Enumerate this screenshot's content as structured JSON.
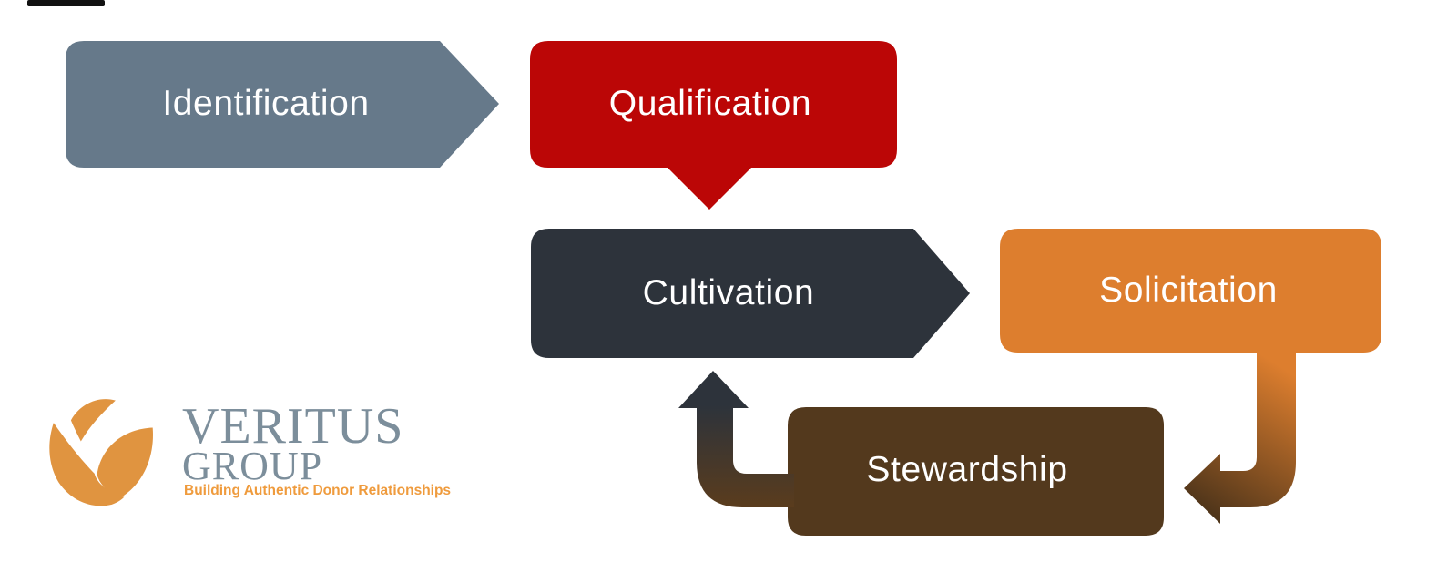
{
  "background_color": "#ffffff",
  "label_text_color": "#ffffff",
  "stages": [
    {
      "label": "Identification",
      "color": "#66798a"
    },
    {
      "label": "Qualification",
      "color": "#bb0606"
    },
    {
      "label": "Cultivation",
      "color": "#2d333b"
    },
    {
      "label": "Solicitation",
      "color": "#dd7e2e"
    },
    {
      "label": "Stewardship",
      "color": "#53391d"
    }
  ],
  "arrows": {
    "qualification_pointer": {
      "color": "#bb0606"
    },
    "stewardship_to_cultivation": {
      "start_color": "#2d333b",
      "end_color": "#5a3c1d"
    },
    "solicitation_to_stewardship": {
      "start_color": "#dd7e2e",
      "end_color": "#4f351a"
    }
  },
  "logo": {
    "brand": "VERITUS",
    "brand_secondary": "GROUP",
    "tagline": "Building Authentic Donor Relationships",
    "mark_color": "#e09440",
    "brand_color": "#7c8e9b",
    "tagline_color": "#ef9b3d"
  }
}
